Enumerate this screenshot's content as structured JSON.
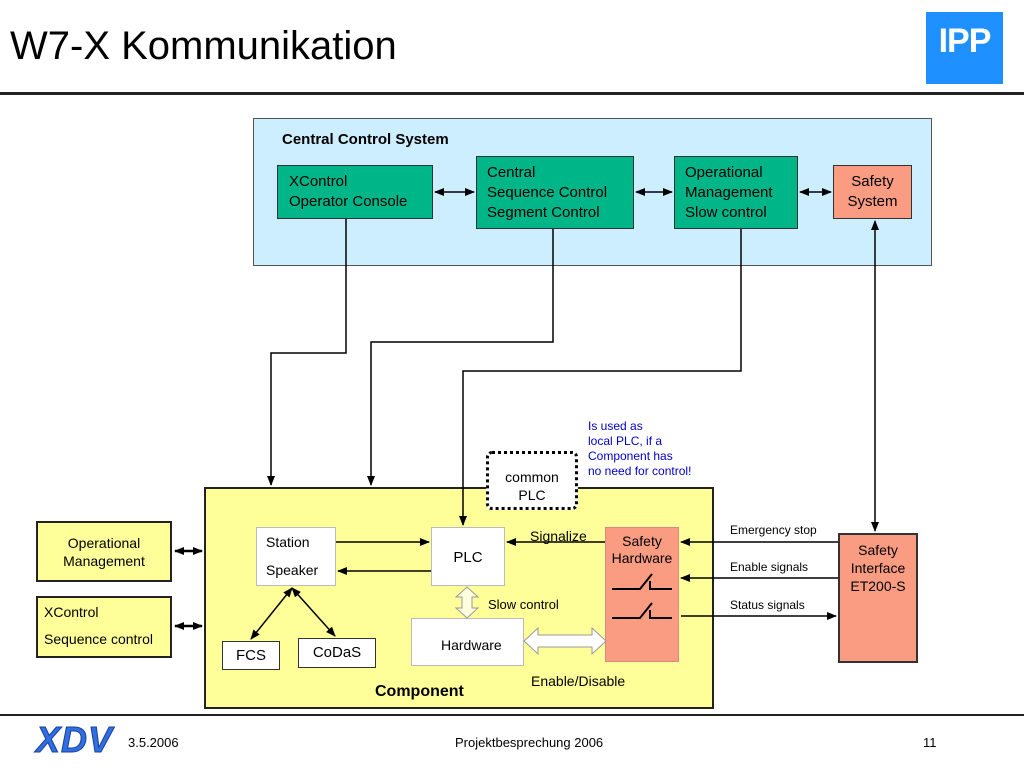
{
  "header": {
    "title": "W7-X Kommunikation",
    "logo_text": "IPP"
  },
  "central_control": {
    "title": "Central Control System",
    "xcontrol_console": [
      "XControl",
      "Operator Console"
    ],
    "sequence_control": [
      "Central",
      "Sequence Control",
      "Segment Control"
    ],
    "operational_management": [
      "Operational",
      "Management",
      "Slow control"
    ],
    "safety_system": [
      "Safety",
      "System"
    ]
  },
  "note": [
    "Is used as",
    "local PLC, if a",
    "Component has",
    "no need for control!"
  ],
  "common_plc": [
    "common",
    "PLC"
  ],
  "left_boxes": {
    "operational_management": [
      "Operational",
      "Management"
    ],
    "xcontrol_sequence": [
      "XControl",
      "Sequence control"
    ]
  },
  "component": {
    "title": "Component",
    "station": [
      "Station",
      "Speaker"
    ],
    "plc": "PLC",
    "signalize": "Signalize",
    "safety_hardware": [
      "Safety",
      "Hardware"
    ],
    "slow_control": "Slow control",
    "hardware": "Hardware",
    "enable_disable": "Enable/Disable",
    "fcs": "FCS",
    "codas": "CoDaS"
  },
  "safety_interface": [
    "Safety",
    "Interface",
    "ET200-S"
  ],
  "signals": {
    "emergency_stop": "Emergency stop",
    "enable_signals": "Enable signals",
    "status_signals": "Status signals"
  },
  "footer": {
    "brand": "XDV",
    "date": "3.5.2006",
    "meeting": "Projektbesprechung 2006",
    "page": "11"
  },
  "colors": {
    "green": "#00b588",
    "salmon": "#fa9c82",
    "yellow": "#ffff99",
    "light_blue": "#cceeff",
    "logo_blue": "#1e90ff",
    "note_blue": "#0000cc"
  }
}
